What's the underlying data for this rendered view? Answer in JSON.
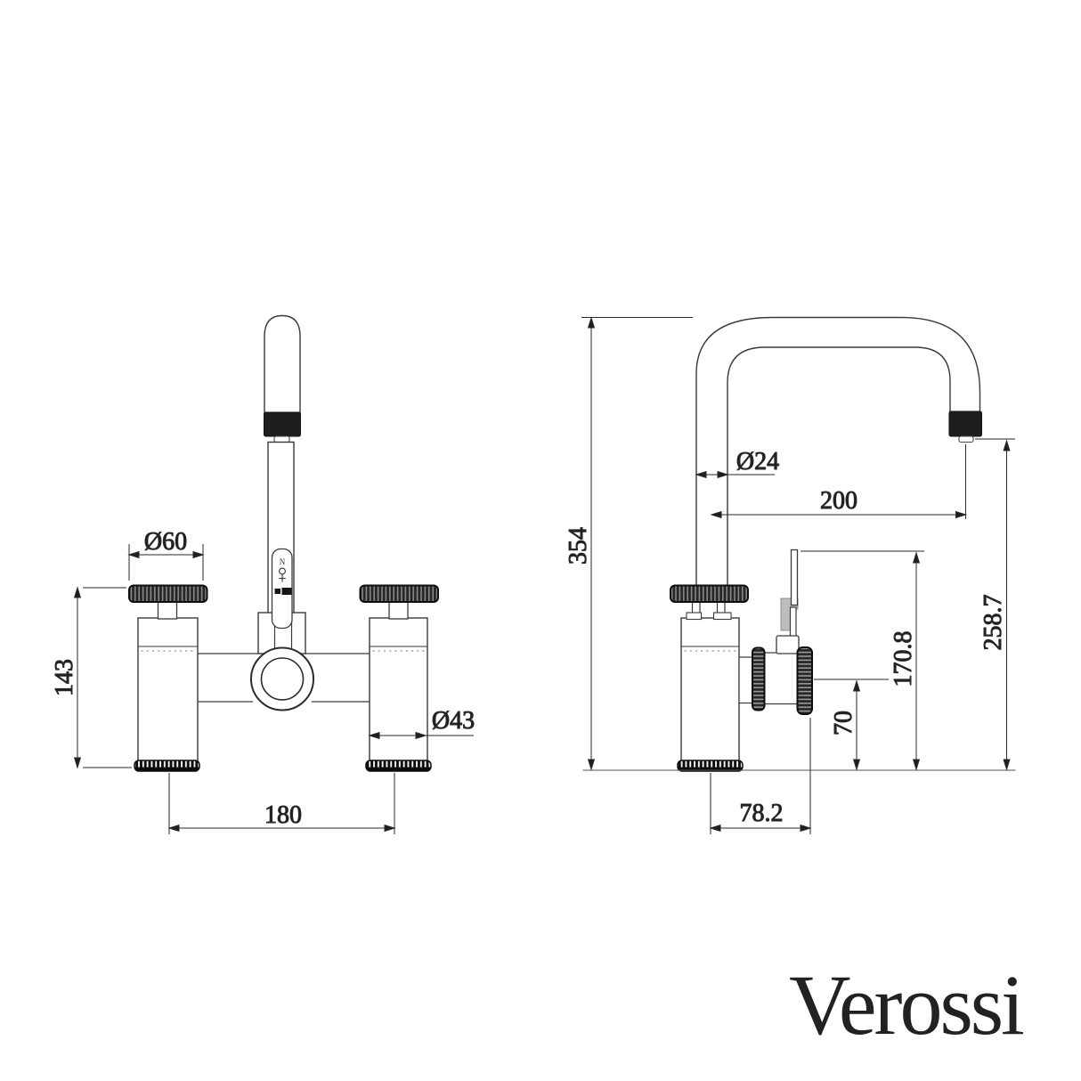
{
  "drawing": {
    "title": "Verossi tap technical drawing",
    "brand": "Verossi",
    "front_view": {
      "dim_knob_diameter": "Ø60",
      "dim_total_height": "143",
      "dim_body_diameter": "Ø43",
      "dim_handle_centres": "180",
      "spout_plate_glyph": "N",
      "icons": {
        "temperature_dial_icon": "circle-with-stem",
        "maker_mark_icon": "black-brand-stamp"
      }
    },
    "side_view": {
      "dim_overall_height": "354",
      "dim_spout_tube_diameter": "Ø24",
      "dim_spout_reach": "200",
      "dim_lever_top_height": "170.8",
      "dim_outlet_height": "258.7",
      "dim_wheel_centre_height": "70",
      "dim_body_to_wheel_depth": "78.2"
    },
    "colors": {
      "line": "#2e2e2e",
      "black_trim": "#1e1e1e",
      "knurl_dark": "#262626",
      "knurl_light": "#8a8a8a",
      "lever_grey": "#bdbdbd"
    }
  }
}
